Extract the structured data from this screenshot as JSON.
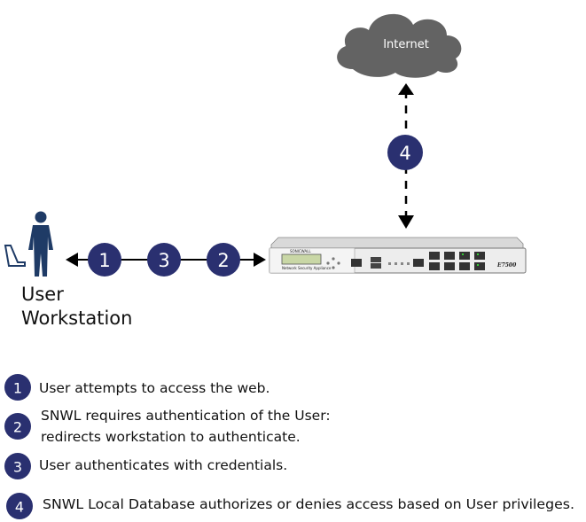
{
  "colors": {
    "badge": "#2a3070",
    "cloud": "#636363",
    "user": "#1f3b66",
    "arrow": "#000000"
  },
  "cloud": {
    "label": "Internet",
    "icon": "cloud-icon"
  },
  "user": {
    "label_line1": "User",
    "label_line2": "Workstation",
    "icon": "user-icon"
  },
  "appliance": {
    "brand": "SONICWALL",
    "subtitle": "Network Security Appliance",
    "model": "E7500",
    "icon": "firewall-appliance-icon"
  },
  "flow_badges": [
    "1",
    "3",
    "2"
  ],
  "internet_badge": "4",
  "legend": [
    {
      "num": "1",
      "lines": [
        "User attempts to access the web."
      ]
    },
    {
      "num": "2",
      "lines": [
        "SNWL requires authentication of the User:",
        "redirects workstation to authenticate."
      ]
    },
    {
      "num": "3",
      "lines": [
        "User authenticates with credentials."
      ]
    },
    {
      "num": "4",
      "lines": [
        "SNWL Local Database authorizes or denies access based on User privileges."
      ]
    }
  ]
}
